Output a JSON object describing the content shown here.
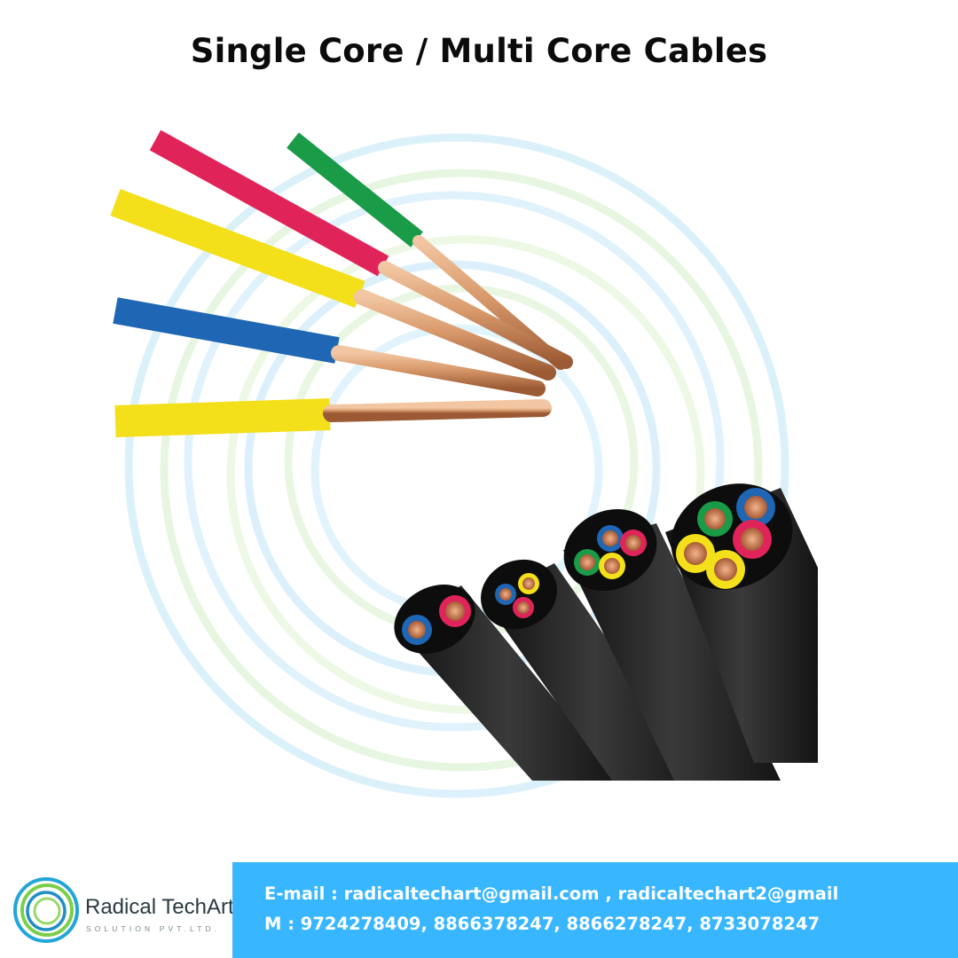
{
  "header": {
    "title": "Single Core / Multi Core Cables"
  },
  "brand": {
    "name": "Radical TechArt",
    "tagline": "SOLUTION PVT.LTD.",
    "logo_icon": "concentric-rings-logo-icon"
  },
  "contact": {
    "email_line": "E-mail : radicaltechart@gmail.com , radicaltechart2@gmail",
    "phone_line": "M : 9724278409, 8866378247, 8866278247, 8733078247"
  },
  "colors": {
    "contact_bar": "#38b6ff",
    "title_text": "#0b0b0b",
    "wire_yellow": "#f3e01b",
    "wire_red": "#e0245a",
    "wire_green": "#1a9b48",
    "wire_blue": "#1f66b4",
    "copper": "#d99a6c",
    "cable_jacket": "#1c1c1c"
  },
  "illustration": {
    "single_core_wires": [
      "green",
      "red",
      "yellow",
      "blue",
      "yellow"
    ],
    "multi_core_cables": [
      "2-core",
      "3-core",
      "4-core",
      "5-core"
    ]
  }
}
